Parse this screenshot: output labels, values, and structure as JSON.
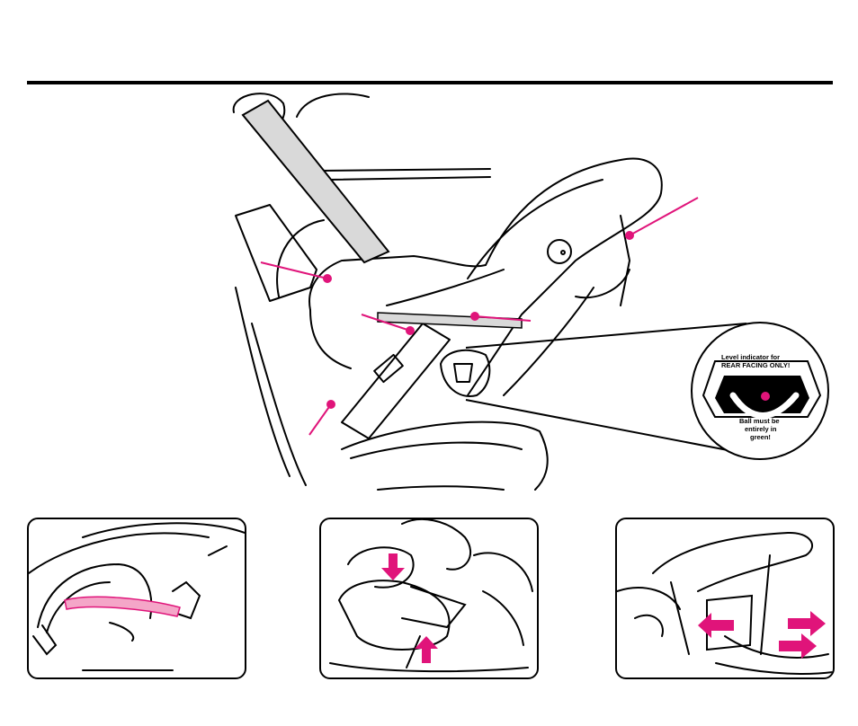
{
  "level_indicator": {
    "top_text_line1": "Level indicator for",
    "top_text_line2": "REAR FACING ONLY!",
    "bottom_text_line1": "Ball must be",
    "bottom_text_line2": "entirely in",
    "bottom_text_line3": "green!"
  },
  "colors": {
    "accent": "#e0147a",
    "line": "#000000",
    "strap_fill": "#cfcfcf"
  },
  "panels": [
    {
      "name": "panel-handle-strap"
    },
    {
      "name": "panel-child-buckle"
    },
    {
      "name": "panel-base-adjust"
    }
  ]
}
